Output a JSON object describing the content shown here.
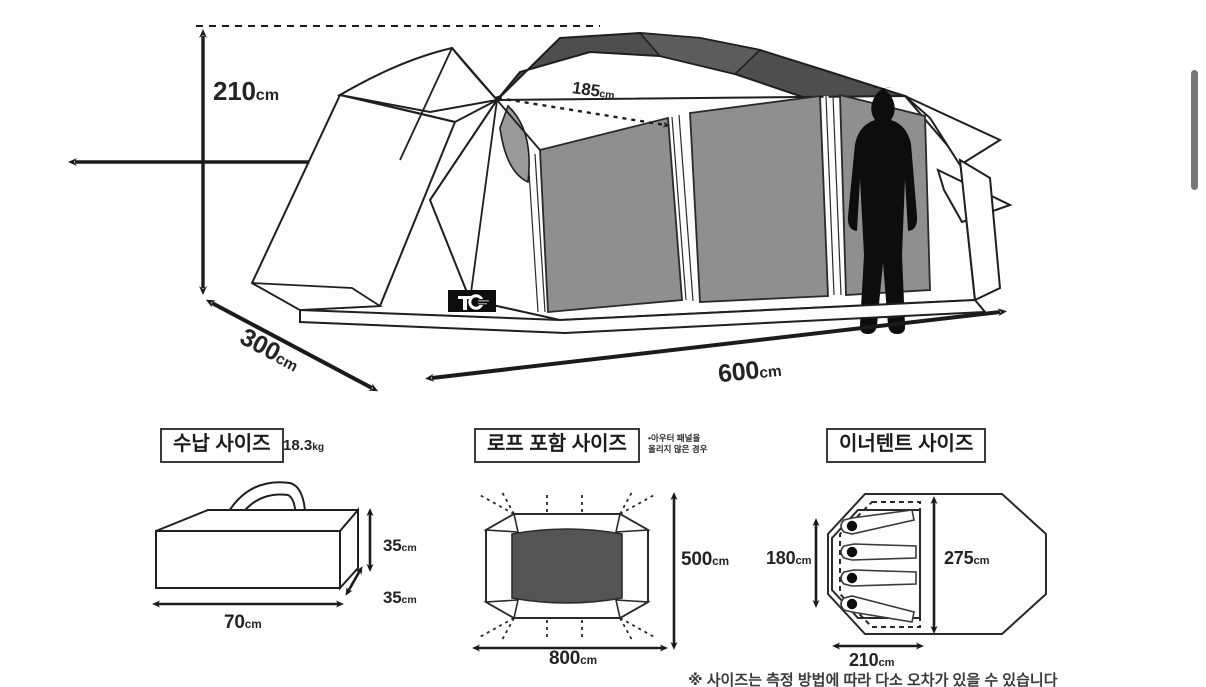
{
  "hero": {
    "name": "tent-perspective-illustration",
    "height_label": "210",
    "height_unit": "cm",
    "depth_label": "300",
    "depth_unit": "cm",
    "width_label": "600",
    "width_unit": "cm",
    "canopy_label": "185",
    "canopy_unit": "cm",
    "logo_alt": "TC brand logo"
  },
  "sections": [
    {
      "id": "storage",
      "title": "수납 사이즈",
      "weight": "18.3",
      "weight_unit": "kg",
      "dims": {
        "width": "70",
        "height": "35",
        "depth": "35",
        "unit": "cm"
      }
    },
    {
      "id": "rope",
      "title": "로프 포함 사이즈",
      "note_line1": "•아우터 패널을",
      "note_line2": "올리지 않은 경우",
      "dims": {
        "width": "800",
        "height": "500",
        "unit": "cm"
      }
    },
    {
      "id": "inner",
      "title": "이너텐트 사이즈",
      "dims": {
        "inner_height": "180",
        "outer_height": "275",
        "width": "210",
        "unit": "cm"
      },
      "sleeper_count": 4
    }
  ],
  "footer": {
    "clipped_note": "※ 사이즈는 측정 방법에 따라 다소 오차가 있을 수 있습니다"
  },
  "colors": {
    "ink": "#1b1b1b",
    "line": "#2a2a2a",
    "panel_gray": "#8f8f8f",
    "panel_dark": "#545454",
    "panel_mid": "#6e6e6e",
    "fill_light": "#fdfdfd",
    "scrollbar": "#787878"
  }
}
